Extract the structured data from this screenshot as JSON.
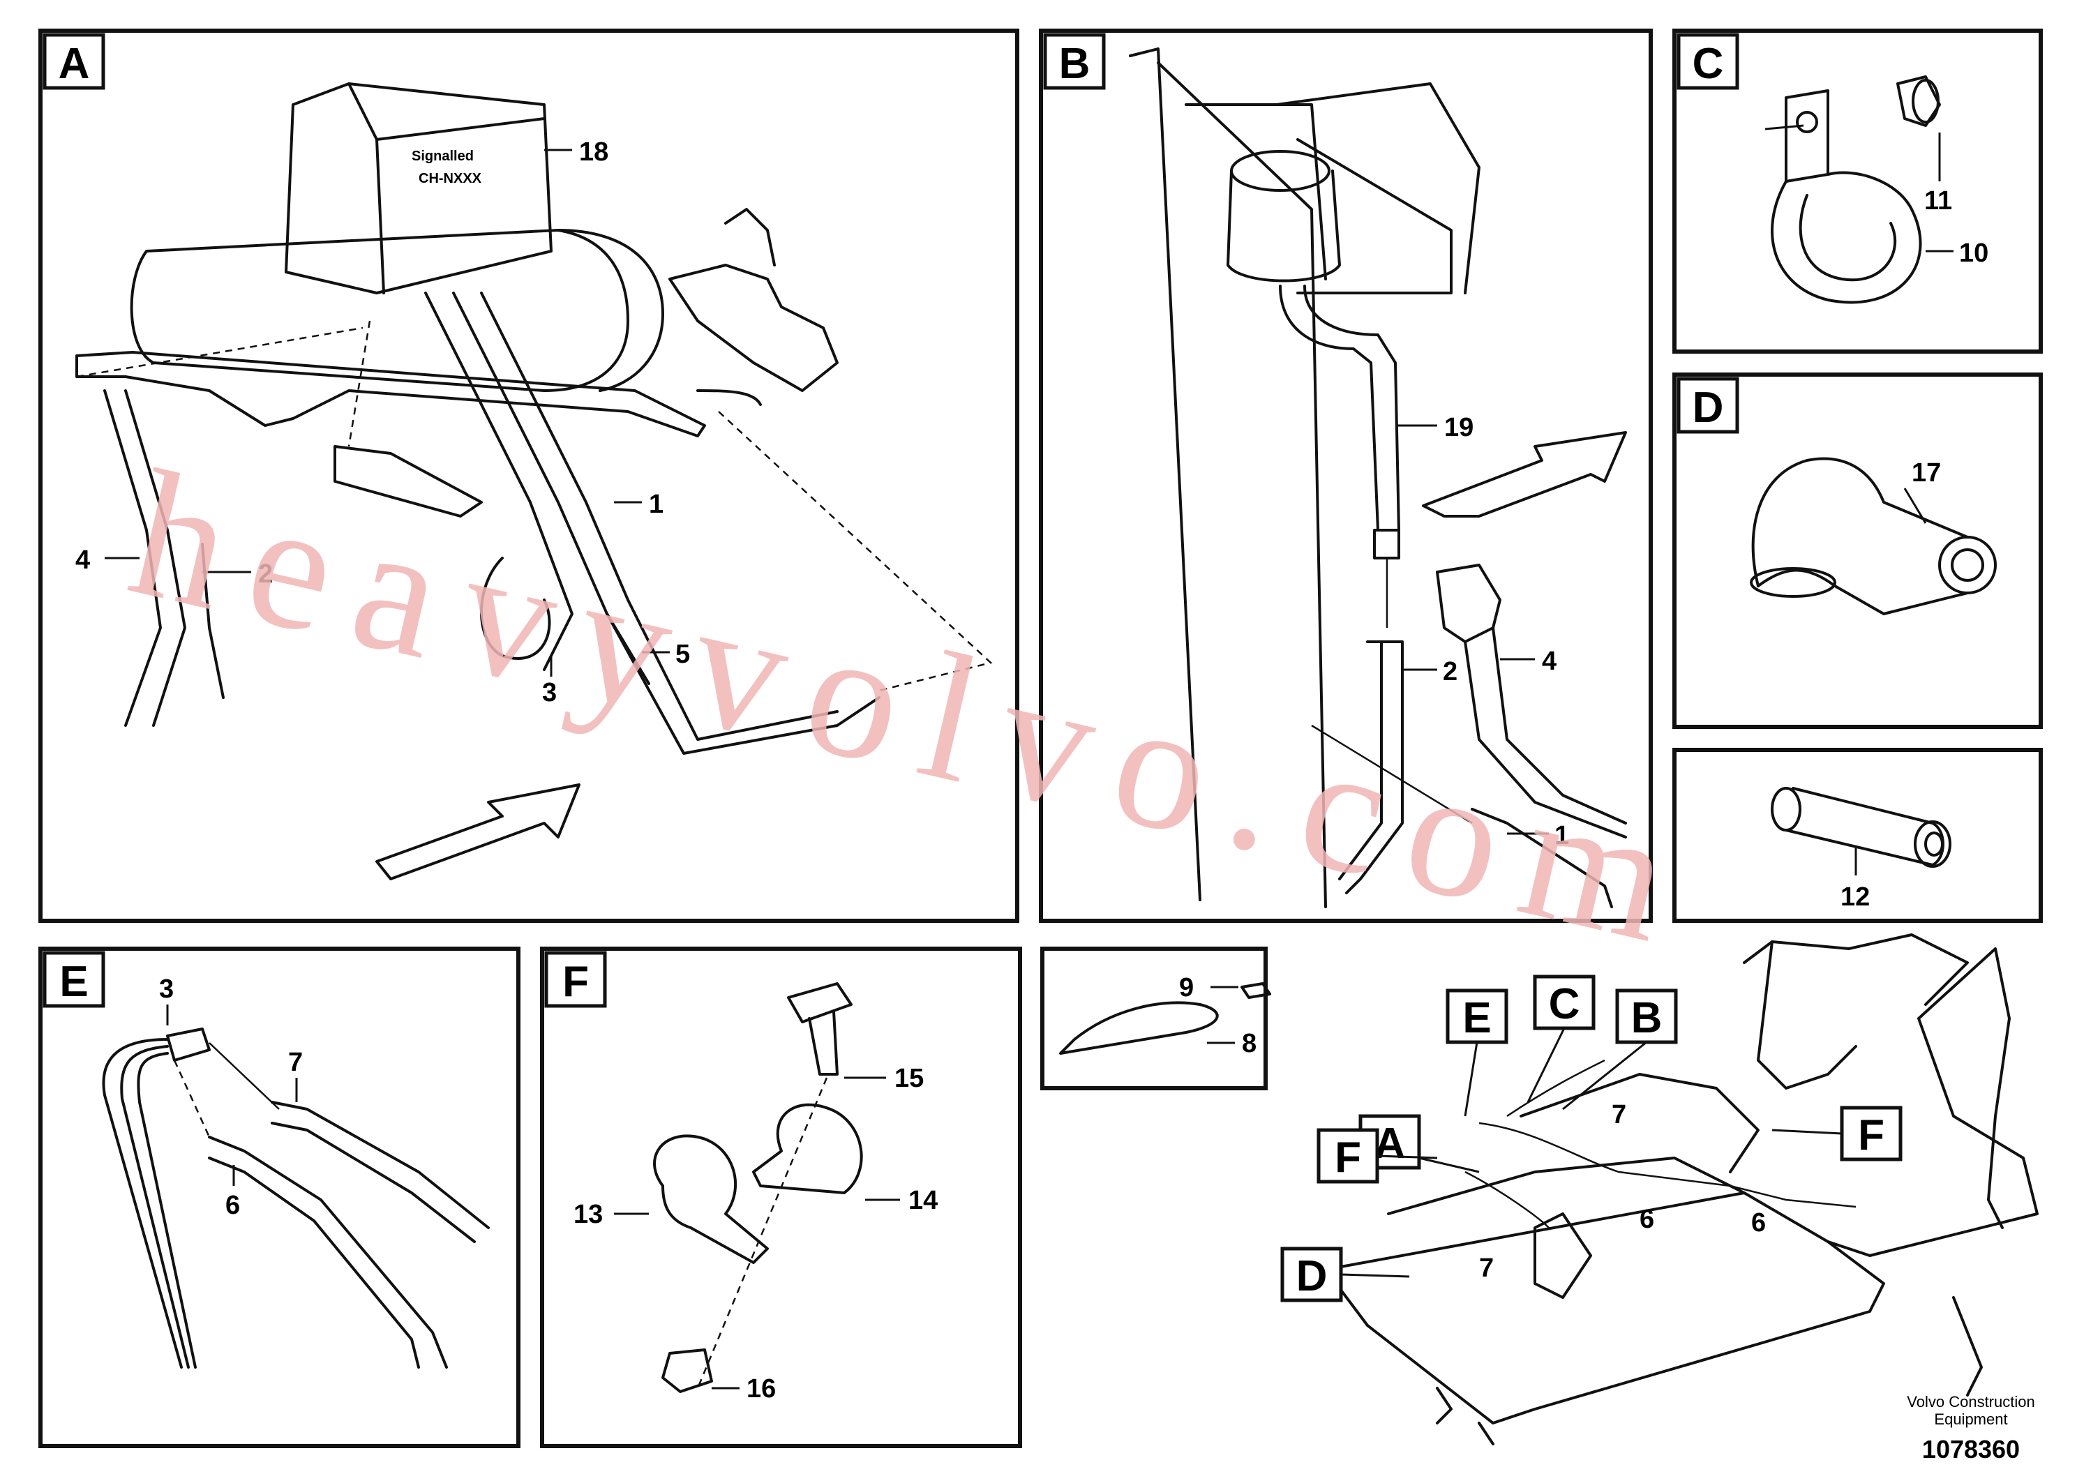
{
  "panels": {
    "A": {
      "letter": "A",
      "callouts": [
        "18",
        "1",
        "2",
        "4",
        "3",
        "5"
      ],
      "box_text_1": "Signalled",
      "box_text_2": "CH-NXXX"
    },
    "B": {
      "letter": "B",
      "callouts": [
        "19",
        "2",
        "4",
        "1"
      ]
    },
    "C": {
      "letter": "C",
      "callouts": [
        "11",
        "10"
      ]
    },
    "D": {
      "letter": "D",
      "callouts": [
        "17"
      ]
    },
    "G": {
      "callouts": [
        "12"
      ]
    },
    "E": {
      "letter": "E",
      "callouts": [
        "3",
        "7",
        "6"
      ]
    },
    "F": {
      "letter": "F",
      "callouts": [
        "15",
        "14",
        "13",
        "16"
      ]
    },
    "H": {
      "callouts": [
        "9",
        "8"
      ]
    },
    "overview": {
      "letters": [
        "E",
        "C",
        "B",
        "A",
        "F",
        "F",
        "D"
      ],
      "callouts": [
        "7",
        "7",
        "6",
        "6"
      ]
    }
  },
  "watermark": "heavyvolvo.com",
  "footer": {
    "brand_line1": "Volvo Construction",
    "brand_line2": "Equipment",
    "drawing_number": "1078360"
  }
}
